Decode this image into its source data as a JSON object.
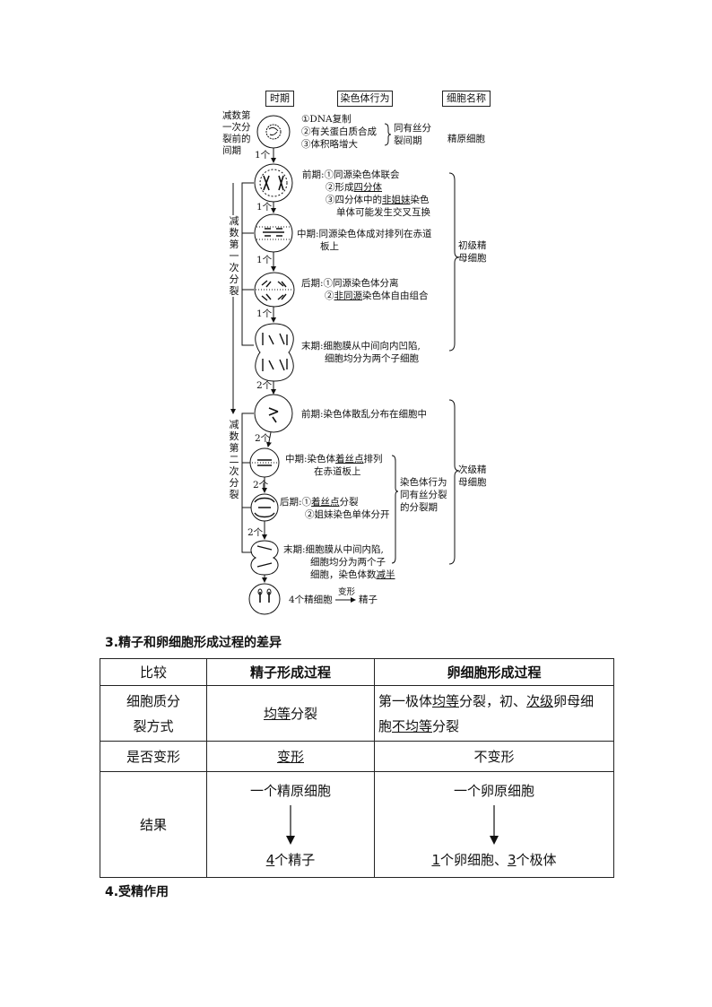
{
  "diagram": {
    "headers": [
      "时期",
      "染色体行为",
      "细胞名称"
    ],
    "interphase": {
      "label_lines": [
        "减数第",
        "一次分",
        "裂前的",
        "间期"
      ],
      "behaviors": [
        "①DNA复制",
        "②有关蛋白质合成",
        "③体积略增大"
      ],
      "brace_note": [
        "同有丝分",
        "裂间期"
      ],
      "cell_name": "精原细胞"
    },
    "meiosis1": {
      "label": "减数第一次分裂",
      "prophase": {
        "prefix": "前期:",
        "l1": "①同源染色体联会",
        "l2a": "②形成",
        "l2b": "四分体",
        "l3a": "③四分体中的",
        "l3b": "非姐妹",
        "l3c": "染色",
        "l4": "单体可能发生交叉互换"
      },
      "metaphase": {
        "l1": "中期:同源染色体成对排列在赤道",
        "l2": "板上"
      },
      "anaphase": {
        "prefix": "后期:",
        "l1": "①同源染色体分离",
        "l2a": "②",
        "l2b": "非同源",
        "l2c": "染色体自由组合"
      },
      "telophase": {
        "l1": "末期:细胞膜从中间向内凹陷,",
        "l2": "细胞均分为两个子细胞"
      },
      "cell_name": [
        "初级精",
        "母细胞"
      ]
    },
    "meiosis2": {
      "label": "减数第二次分裂",
      "prophase": {
        "l1": "前期:染色体散乱分布在细胞中"
      },
      "metaphase": {
        "l1a": "中期:染色体",
        "l1b": "着丝点",
        "l1c": "排列",
        "l2": "在赤道板上"
      },
      "anaphase": {
        "prefix": "后期:",
        "l1a": "①",
        "l1b": "着丝点",
        "l1c": "分裂",
        "l2": "②姐妹染色单体分开"
      },
      "telophase": {
        "l1": "末期:细胞膜从中间内陷,",
        "l2": "细胞均分为两个子",
        "l3a": "细胞，染色体数",
        "l3b": "减半"
      },
      "brace_note": [
        "染色体行为",
        "同有丝分裂",
        "的分裂期"
      ],
      "cell_name": [
        "次级精",
        "母细胞"
      ]
    },
    "counts": {
      "c1a": "1个",
      "c1b": "1个",
      "c1c": "1个",
      "c1d": "1个",
      "c2a": "2个",
      "c2b": "2个",
      "c2c": "2个",
      "c2d": "2个"
    },
    "final": {
      "left": "4个精细胞",
      "arrow_label": "变形",
      "right": "精子"
    }
  },
  "section3_title": "3.精子和卵细胞形成过程的差异",
  "table": {
    "headers": [
      "比较",
      "精子形成过程",
      "卵细胞形成过程"
    ],
    "row1": {
      "label_l1": "细胞质分",
      "label_l2": "裂方式",
      "sperm_a": "均等",
      "sperm_b": "分裂",
      "egg_a": "第一极体",
      "egg_b": "均等",
      "egg_c": "分裂，初、",
      "egg_d": "次级",
      "egg_e": "卵母细",
      "egg_f": "胞",
      "egg_g": "不均等",
      "egg_h": "分裂"
    },
    "row2": {
      "label": "是否变形",
      "sperm": "变形",
      "egg": "不变形"
    },
    "row3": {
      "label": "结果",
      "sperm_top": "一个精原细胞",
      "sperm_num": "4",
      "sperm_bottom": "个精子",
      "egg_top": "一个卵原细胞",
      "egg_num1": "1",
      "egg_mid": "个卵细胞、",
      "egg_num2": "3",
      "egg_bottom": "个极体"
    }
  },
  "section4_title": "4.受精作用"
}
